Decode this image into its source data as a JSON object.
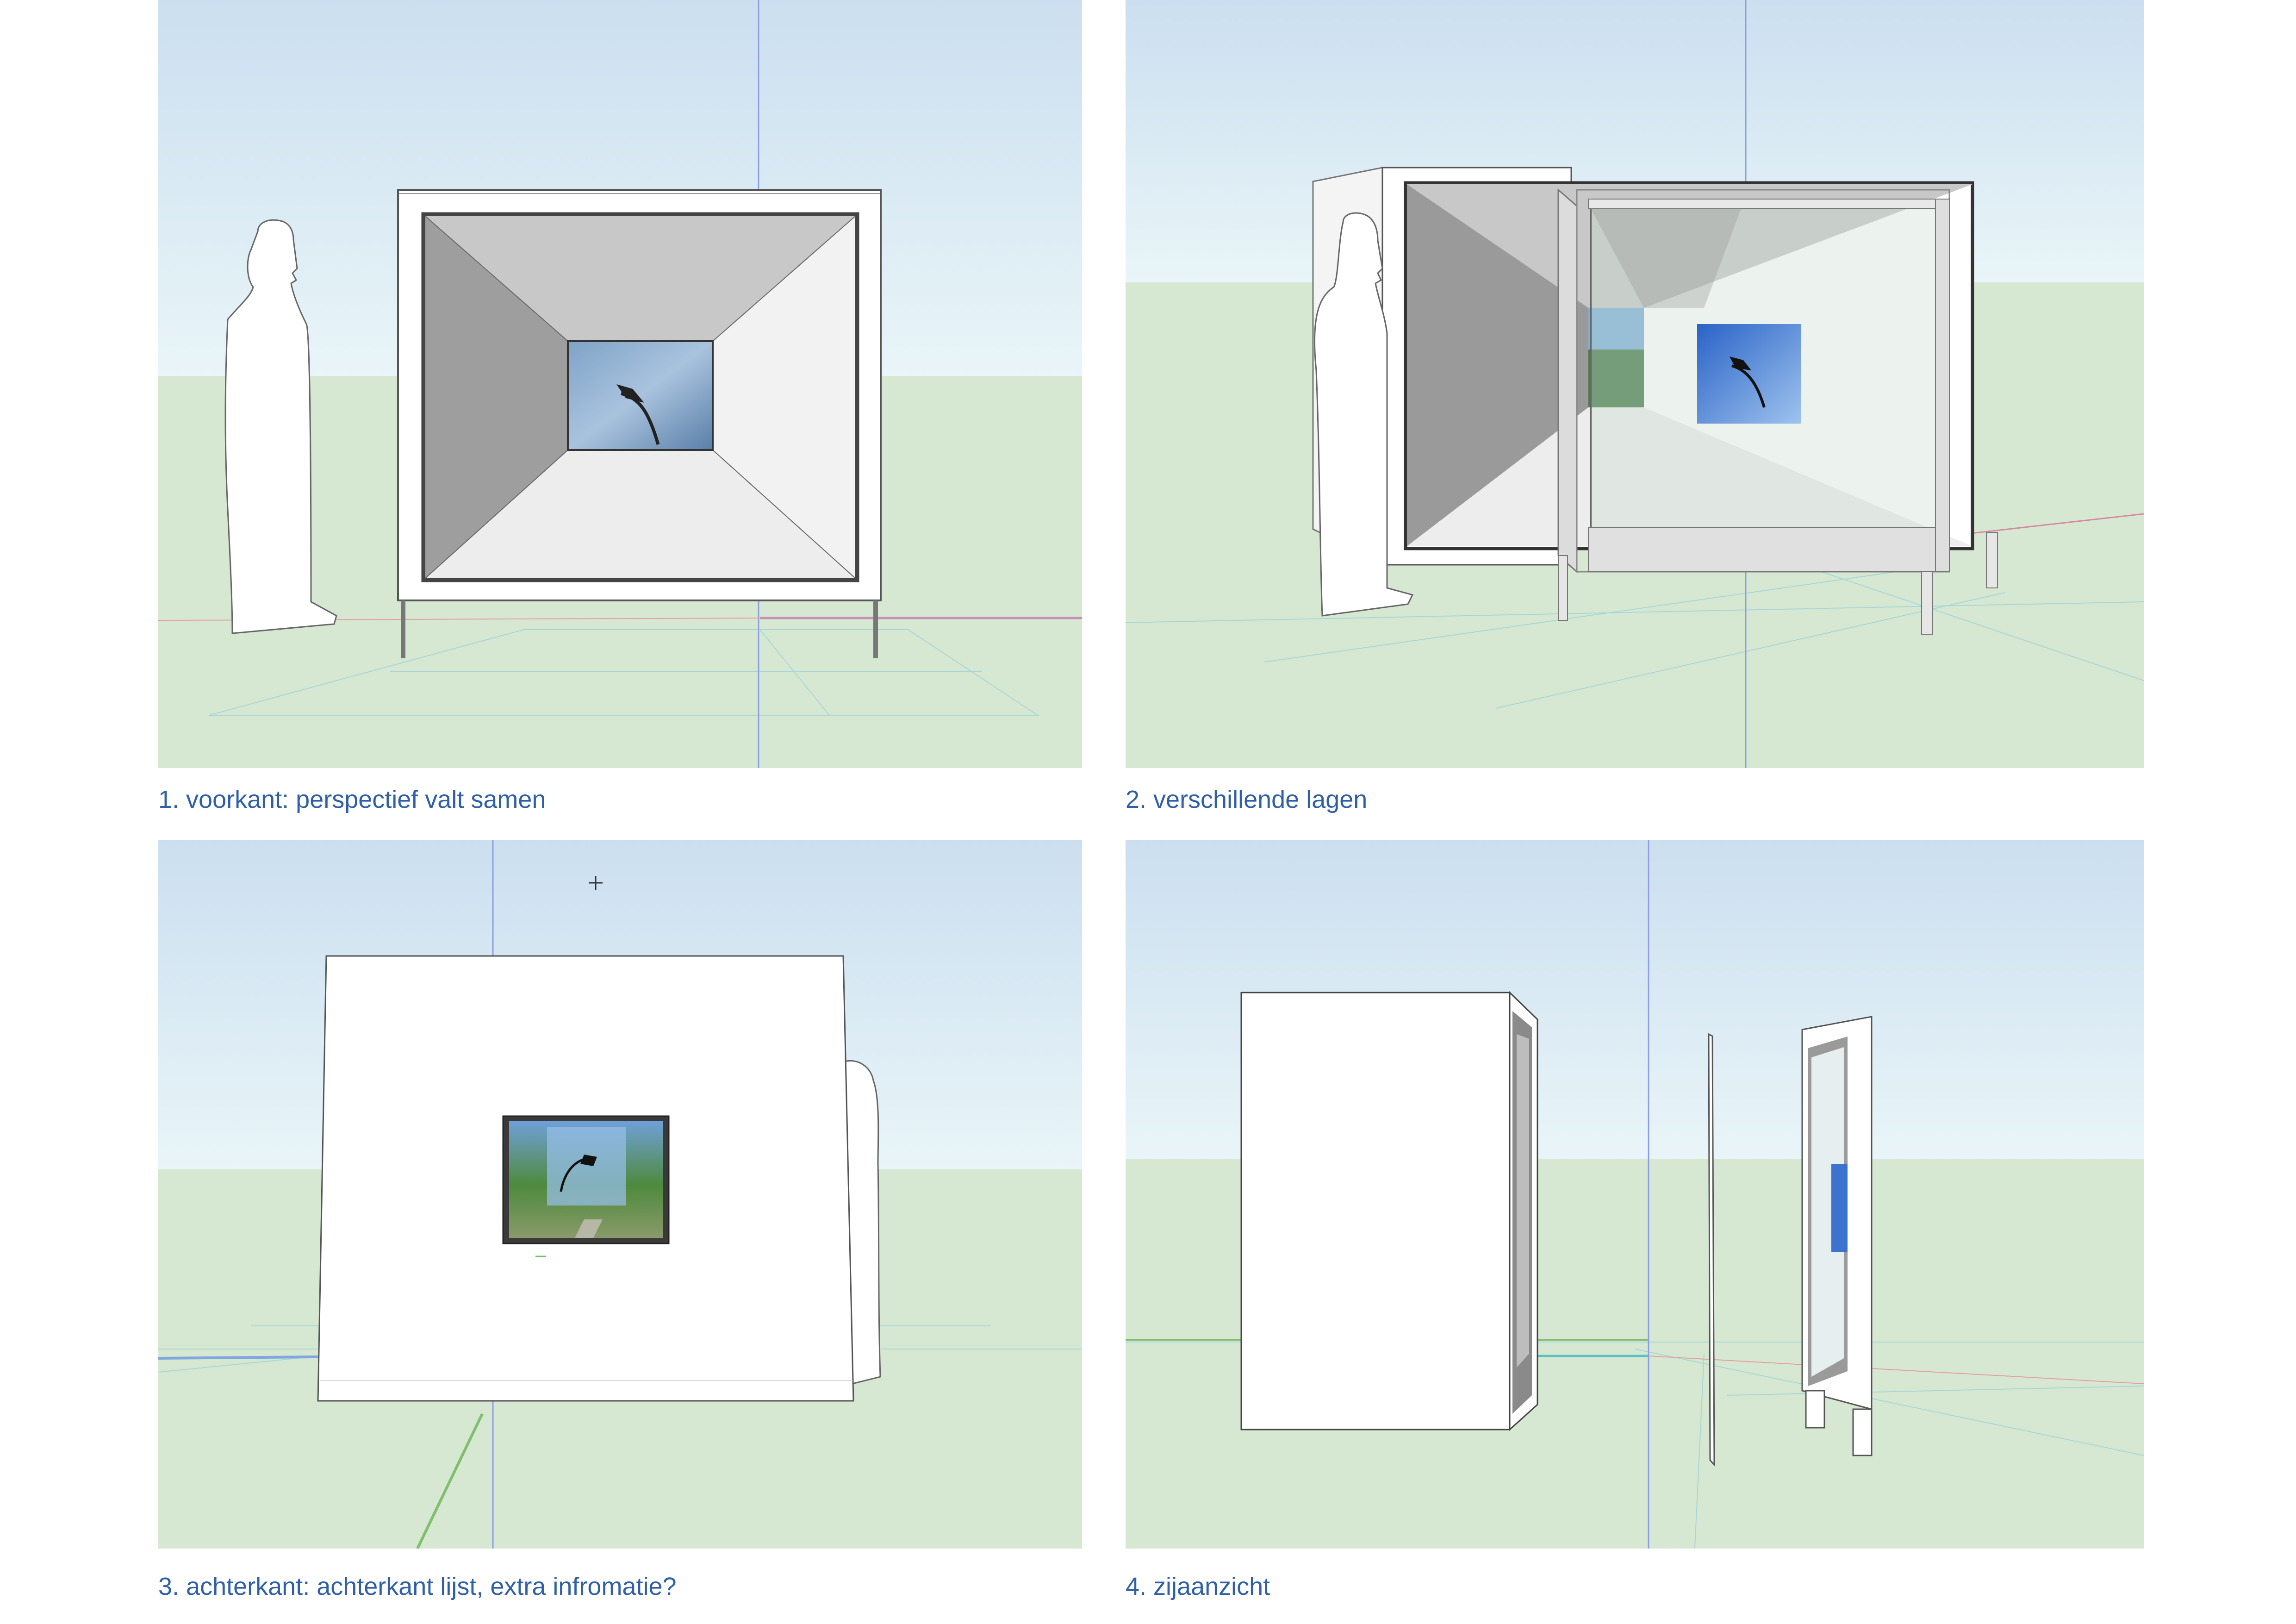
{
  "captions": {
    "panel1": "1. voorkant: perspectief valt samen",
    "panel2": "2. verschillende lagen",
    "panel3": "3. achterkant: achterkant lijst, extra infromatie?",
    "panel4": "4. zijaanzicht"
  },
  "colors": {
    "caption": "#2f5fa6",
    "sky_top": "#cfe2f1",
    "sky_bottom": "#e8f4f8",
    "ground": "#d6e8d2",
    "axis_blue": "#7f8fd8",
    "axis_red": "#d58a8a",
    "axis_green": "#6fbf6f"
  },
  "icons": {
    "person": "person-silhouette-icon",
    "crosshair": "crosshair-cursor-icon",
    "street_lamp": "street-lamp-photo-icon"
  }
}
